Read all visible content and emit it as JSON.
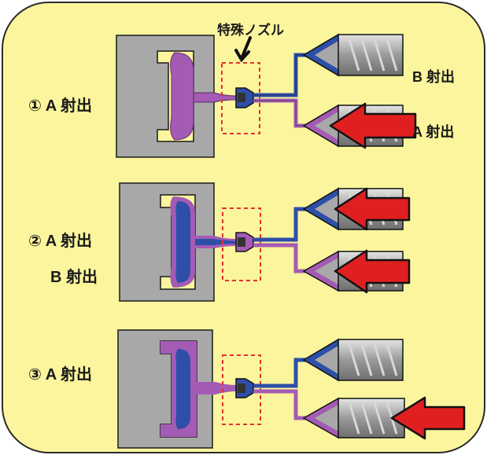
{
  "callout": {
    "label": "特殊ノズル"
  },
  "steps": [
    {
      "label": "① A 射出"
    },
    {
      "label": "② A 射出"
    },
    {
      "label": "B 射出"
    },
    {
      "label": "③ A 射出"
    }
  ],
  "units": [
    {
      "label": "B 射出"
    },
    {
      "label": "A 射出"
    }
  ],
  "colors": {
    "background": "#fbf59d",
    "mold": "#a8a8a8",
    "material_a": "#a45bb3",
    "material_b": "#2e4fa8",
    "arrow": "#e02020",
    "nozzle_outline": "#e53030"
  }
}
